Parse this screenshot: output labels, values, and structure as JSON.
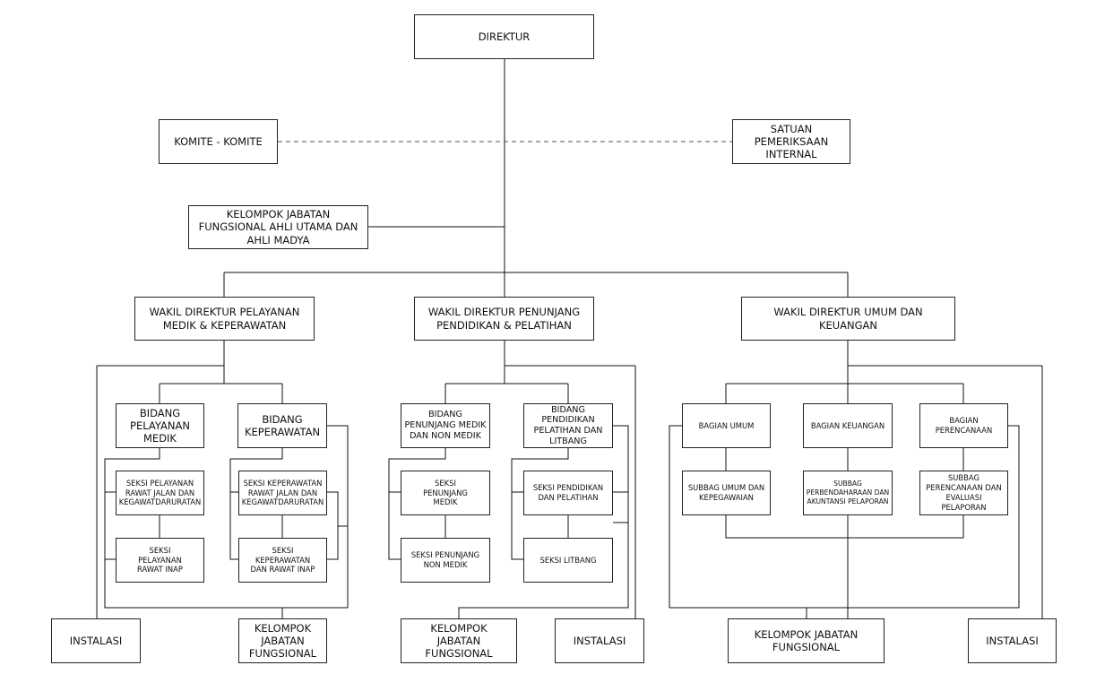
{
  "org_chart": {
    "direktur": "DIREKTUR",
    "komite": "KOMITE - KOMITE",
    "spi": "SATUAN PEMERIKSAAN INTERNAL",
    "kjf_ahli": "KELOMPOK JABATAN FUNGSIONAL AHLI UTAMA DAN AHLI  MADYA",
    "wadir_pelayanan": "WAKIL DIREKTUR PELAYANAN MEDIK & KEPERAWATAN",
    "wadir_penunjang": "WAKIL DIREKTUR PENUNJANG PENDIDIKAN & PELATIHAN",
    "wadir_umum": "WAKIL DIREKTUR UMUM DAN KEUANGAN",
    "bidang_pelayanan_medik": "BIDANG PELAYANAN MEDIK",
    "bidang_keperawatan": "BIDANG KEPERAWATAN",
    "seksi_pelayanan_rawat_jalan": "SEKSI PELAYANAN RAWAT JALAN DAN KEGAWATDARURATAN",
    "seksi_pelayanan_rawat_inap": "SEKSI PELAYANAN RAWAT INAP",
    "seksi_keperawatan_rawat_jalan": "SEKSI KEPERAWATAN RAWAT JALAN DAN KEGAWATDARURATAN",
    "seksi_keperawatan_rawat_inap": "SEKSI KEPERAWATAN DAN RAWAT INAP",
    "bidang_penunjang": "BIDANG PENUNJANG MEDIK DAN NON MEDIK",
    "bidang_pendidikan": "BIDANG PENDIDIKAN PELATIHAN DAN LITBANG",
    "seksi_penunjang_medik": "SEKSI PENUNJANG MEDIK",
    "seksi_penunjang_non_medik": "SEKSI PENUNJANG NON MEDIK",
    "seksi_pendidikan": "SEKSI PENDIDIKAN DAN PELATIHAN",
    "seksi_litbang": "SEKSI LITBANG",
    "bagian_umum": "BAGIAN UMUM",
    "bagian_keuangan": "BAGIAN KEUANGAN",
    "bagian_perencanaan": "BAGIAN PERENCANAAN",
    "subbag_umum": "SUBBAG UMUM DAN KEPEGAWAIAN",
    "subbag_perbendaharaan": "SUBBAG PERBENDAHARAAN DAN AKUNTANSI PELAPORAN",
    "subbag_perencanaan": "SUBBAG PERENCANAAN DAN EVALUASI PELAPORAN",
    "instalasi_1": "INSTALASI",
    "kjf_1": "KELOMPOK JABATAN FUNGSIONAL",
    "kjf_2": "KELOMPOK JABATAN FUNGSIONAL",
    "instalasi_2": "INSTALASI",
    "kjf_3": "KELOMPOK JABATAN FUNGSIONAL",
    "instalasi_3": "INSTALASI"
  }
}
